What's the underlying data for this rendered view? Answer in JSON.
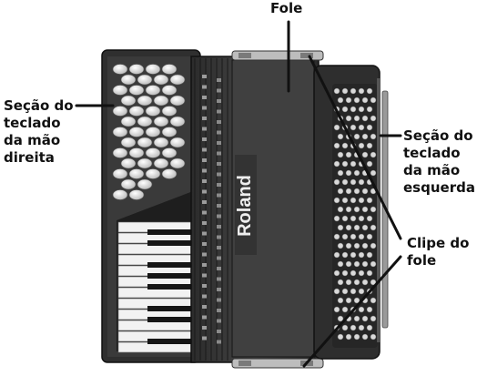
{
  "labels": {
    "bellows": "Fole",
    "right_hand": "Seção do\nteclado\nda mão\ndireita",
    "left_hand": "Seção do\nteclado\nda mão\nesquerda",
    "bellows_clip": "Clipe do\nfole"
  },
  "logo": {
    "text": "Roland"
  },
  "colors": {
    "body": "#3a3a3a",
    "body_dark": "#1c1c1c",
    "bellows_folds": "#2a2a2a",
    "bass_buttons": "#d9d9d9",
    "treble_buttons": "#e3e3e3",
    "white_keys": "#f2f2f2",
    "black_keys": "#161616",
    "leader": "#111111"
  }
}
